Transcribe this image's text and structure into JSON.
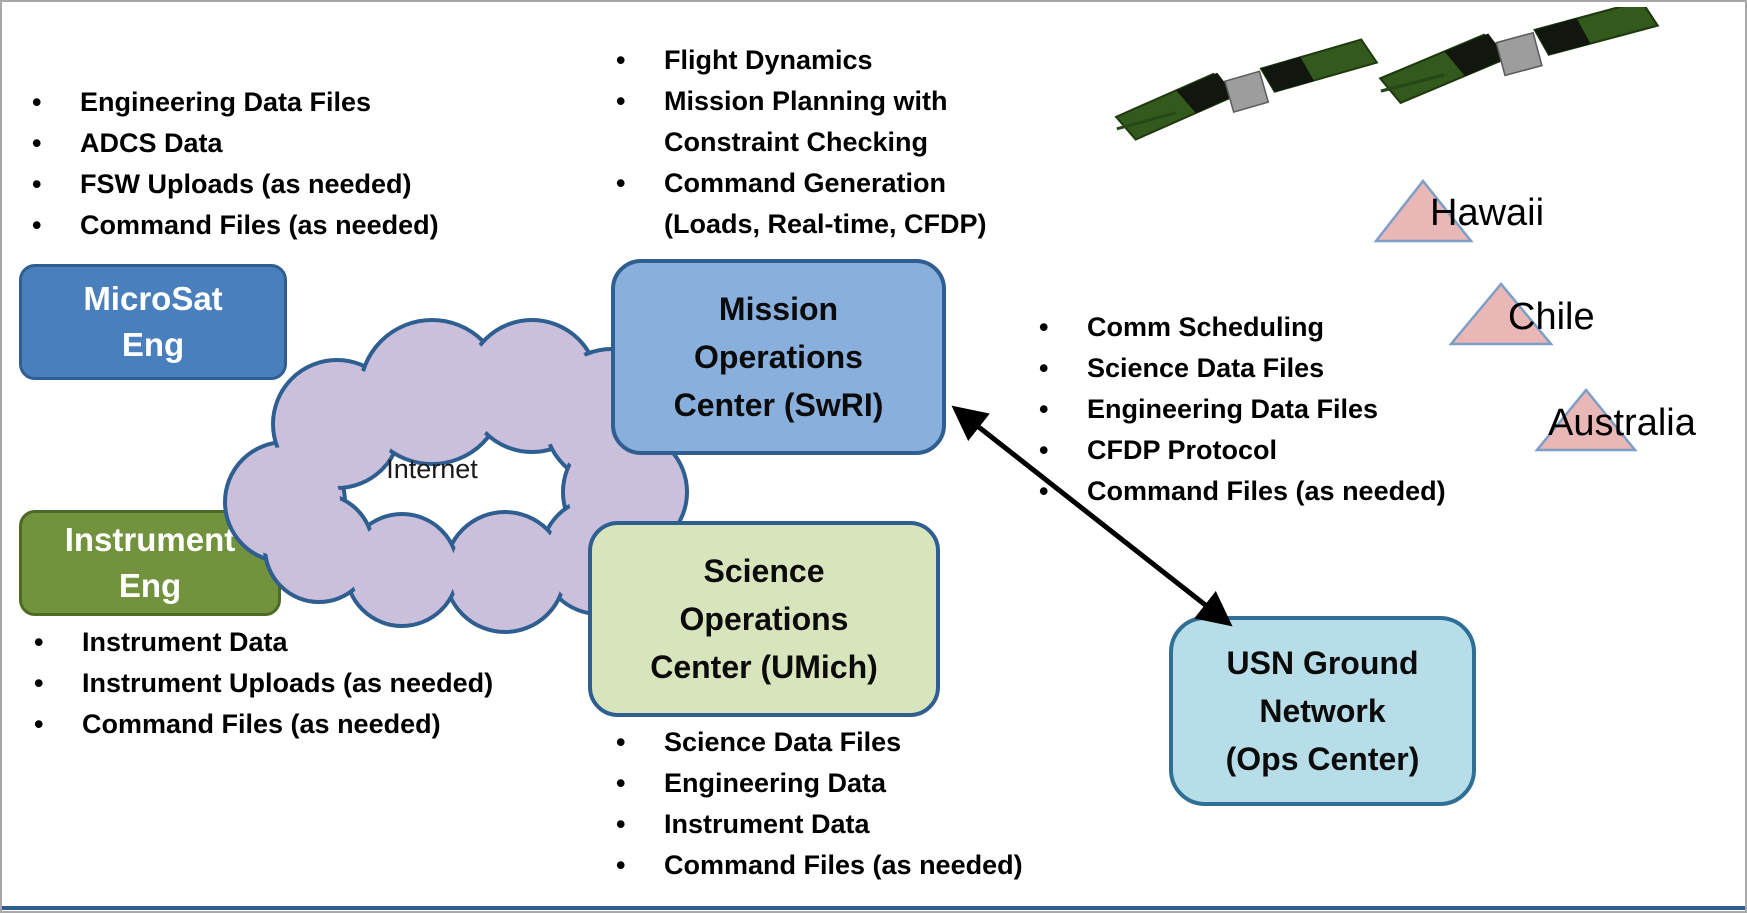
{
  "figure": {
    "type": "mission-operations-architecture-diagram",
    "internet_label": "Internet",
    "spacecraft_count": 2
  },
  "palette": {
    "outline_blue": "#2f5e91",
    "microsat_fill": "#4a7fbe",
    "instrument_fill": "#72923e",
    "moc_fill": "#89afdd",
    "soc_fill": "#d7e4bc",
    "usn_fill": "#b7dee8",
    "cloud_fill": "#cbc0dc",
    "triangle_fill": "#e8b7b6",
    "arrow_color": "#000000",
    "bottom_rule": "#2e5d8e"
  },
  "nodes": {
    "microsat_eng": {
      "label": "MicroSat\nEng"
    },
    "instrument_eng": {
      "label": "Instrument\nEng"
    },
    "mission_ops": {
      "label": "Mission\nOperations\nCenter (SwRI)"
    },
    "science_ops": {
      "label": "Science\nOperations\nCenter (UMich)"
    },
    "usn_ground": {
      "label": "USN Ground\nNetwork\n(Ops Center)"
    }
  },
  "lists": {
    "microsat_files": {
      "items": [
        "Engineering Data Files",
        "ADCS Data",
        "FSW Uploads (as needed)",
        "Command Files (as needed)"
      ]
    },
    "moc_functions": {
      "items": [
        "Flight Dynamics",
        "Mission Planning with\nConstraint Checking",
        "Command Generation\n(Loads, Real-time, CFDP)"
      ]
    },
    "ground_link": {
      "items": [
        "Comm Scheduling",
        "Science Data Files",
        "Engineering Data Files",
        "CFDP Protocol",
        "Command Files (as needed)"
      ]
    },
    "instrument_files": {
      "items": [
        "Instrument Data",
        "Instrument Uploads (as needed)",
        "Command Files (as needed)"
      ]
    },
    "science_files": {
      "items": [
        "Science Data Files",
        "Engineering Data",
        "Instrument Data",
        "Command Files (as needed)"
      ]
    }
  },
  "ground_stations": [
    {
      "name": "Hawaii"
    },
    {
      "name": "Chile"
    },
    {
      "name": "Australia"
    }
  ]
}
